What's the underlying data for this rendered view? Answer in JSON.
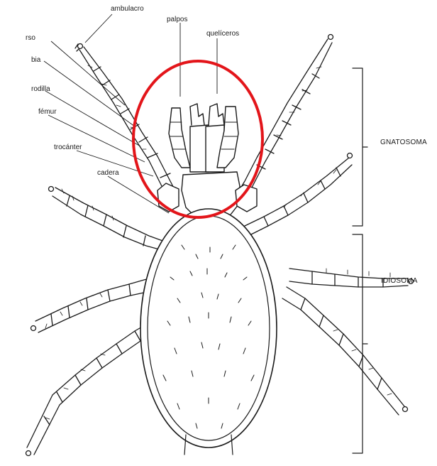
{
  "labels": {
    "ambulacro": "ambulacro",
    "tarso": "rso",
    "tibia": "bia",
    "rodilla": "rodilla",
    "femur": "fémur",
    "trocanter": "trocánter",
    "cadera": "cadera",
    "palpos": "palpos",
    "queliceros": "quelíceros"
  },
  "regions": {
    "gnatosoma": "GNATOSOMA",
    "idiosoma": "IDIOSOMA"
  },
  "colors": {
    "ink": "#1a1a1a",
    "highlight": "#e3151a",
    "background": "#ffffff"
  }
}
